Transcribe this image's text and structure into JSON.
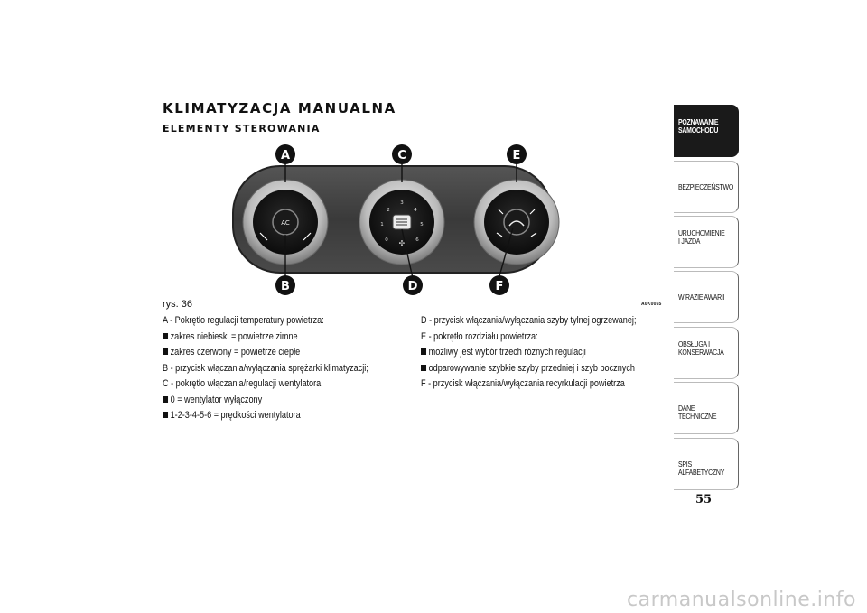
{
  "page": {
    "title": "KLIMATYZACJA MANUALNA",
    "subtitle": "ELEMENTY STEROWANIA",
    "figure_label": "rys. 36",
    "figure_code": "A0K0055",
    "page_number": "55",
    "watermark": "carmanualsonline.info"
  },
  "figure": {
    "markers": [
      "A",
      "B",
      "C",
      "D",
      "E",
      "F"
    ],
    "knob_a_label": "AC",
    "fan_scale": [
      "0",
      "1",
      "2",
      "3",
      "4",
      "5",
      "6"
    ]
  },
  "left_column": [
    {
      "bullet": false,
      "text": "A - Pokrętło regulacji temperatury powietrza:"
    },
    {
      "bullet": true,
      "text": "zakres niebieski = powietrze zimne"
    },
    {
      "bullet": true,
      "text": "zakres czerwony = powietrze ciepłe"
    },
    {
      "bullet": false,
      "text": "B - przycisk włączania/wyłączania sprężarki klimatyzacji;"
    },
    {
      "bullet": false,
      "text": "C - pokrętło włączania/regulacji wentylatora:"
    },
    {
      "bullet": true,
      "text": "0 = wentylator wyłączony"
    },
    {
      "bullet": true,
      "text": "1-2-3-4-5-6 = prędkości wentylatora"
    }
  ],
  "right_column": [
    {
      "bullet": false,
      "text": "D - przycisk włączania/wyłączania szyby tylnej ogrzewanej;"
    },
    {
      "bullet": false,
      "text": "E - pokrętło rozdziału powietrza:"
    },
    {
      "bullet": true,
      "text": "możliwy jest wybór trzech różnych regulacji"
    },
    {
      "bullet": true,
      "text": "odparowywanie szybkie szyby przedniej i szyb bocznych"
    },
    {
      "bullet": false,
      "text": "F - przycisk włączania/wyłączania recyrkulacji powietrza"
    }
  ],
  "tabs": [
    {
      "label": "POZNAWANIE SAMOCHODU",
      "active": true
    },
    {
      "label": "BEZPIECZEŃSTWO",
      "active": false
    },
    {
      "label": "URUCHOMIENIE I JAZDA",
      "active": false
    },
    {
      "label": "W RAZIE AWARII",
      "active": false
    },
    {
      "label": "OBSŁUGA I KONSERWACJA",
      "active": false
    },
    {
      "label": "DANE TECHNICZNE",
      "active": false
    },
    {
      "label": "SPIS ALFABETYCZNY",
      "active": false
    }
  ],
  "colors": {
    "tab_active": "#1a1a1a",
    "panel": "#3a3a3a",
    "knob_chrome": "#cfcfcf"
  }
}
